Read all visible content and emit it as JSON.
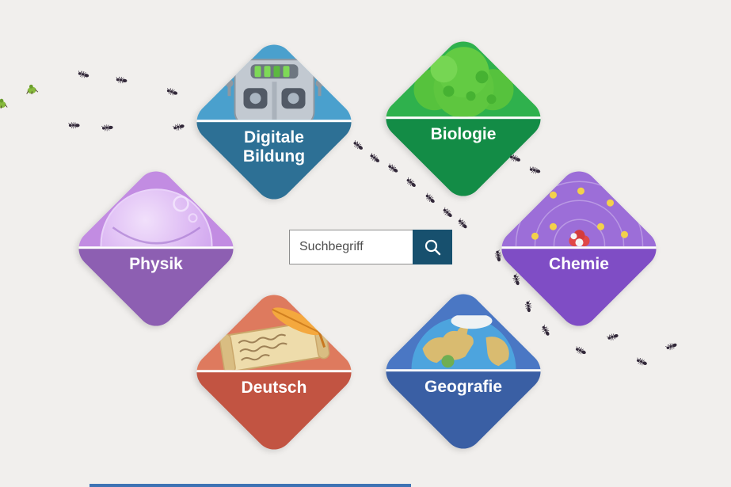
{
  "app": {
    "background_color": "#f1efed"
  },
  "search": {
    "placeholder": "Suchbegriff",
    "button_color": "#17506e",
    "icon": "magnifier-icon"
  },
  "tiles": [
    {
      "id": "digitale-bildung",
      "label": "Digitale Bildung",
      "icon": "robot-icon",
      "top_color": "#4aa0cd",
      "bottom_color": "#2d7095"
    },
    {
      "id": "biologie",
      "label": "Biologie",
      "icon": "tree-icon",
      "top_color": "#2fb14d",
      "bottom_color": "#138c46"
    },
    {
      "id": "physik",
      "label": "Physik",
      "icon": "plasma-sphere-icon",
      "top_color": "#c28ce2",
      "bottom_color": "#8d5fb2"
    },
    {
      "id": "chemie",
      "label": "Chemie",
      "icon": "atom-icon",
      "top_color": "#9c6ed8",
      "bottom_color": "#7f4dc5"
    },
    {
      "id": "deutsch",
      "label": "Deutsch",
      "icon": "scroll-quill-icon",
      "top_color": "#de7a5e",
      "bottom_color": "#c25442"
    },
    {
      "id": "geografie",
      "label": "Geografie",
      "icon": "globe-icon",
      "top_color": "#4a77c4",
      "bottom_color": "#3a5fa4"
    }
  ],
  "decor": {
    "ant_color": "#322839",
    "bug_color": "#86b93c"
  }
}
